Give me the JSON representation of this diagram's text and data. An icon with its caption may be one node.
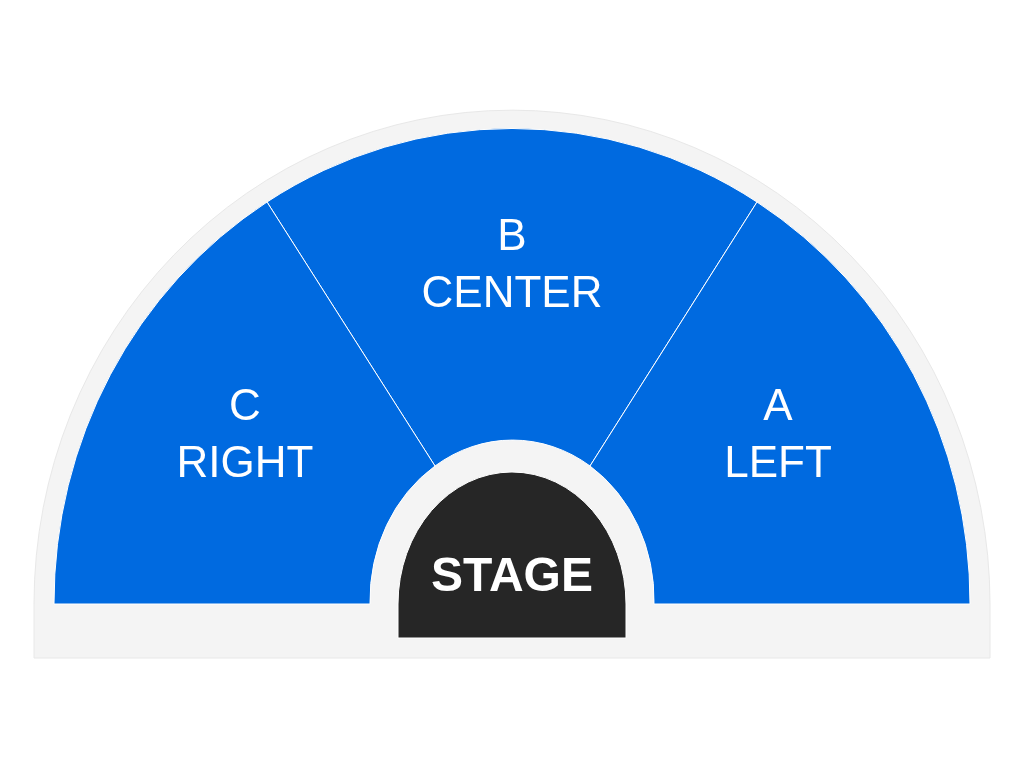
{
  "diagram": {
    "nodes": [
      {
        "text": [
          "B",
          "CENTER"
        ]
      },
      {
        "text": [
          "C",
          "RIGHT"
        ]
      },
      {
        "text": [
          "A",
          "LEFT"
        ]
      },
      {
        "text": [
          "STAGE"
        ]
      }
    ],
    "edges": []
  }
}
